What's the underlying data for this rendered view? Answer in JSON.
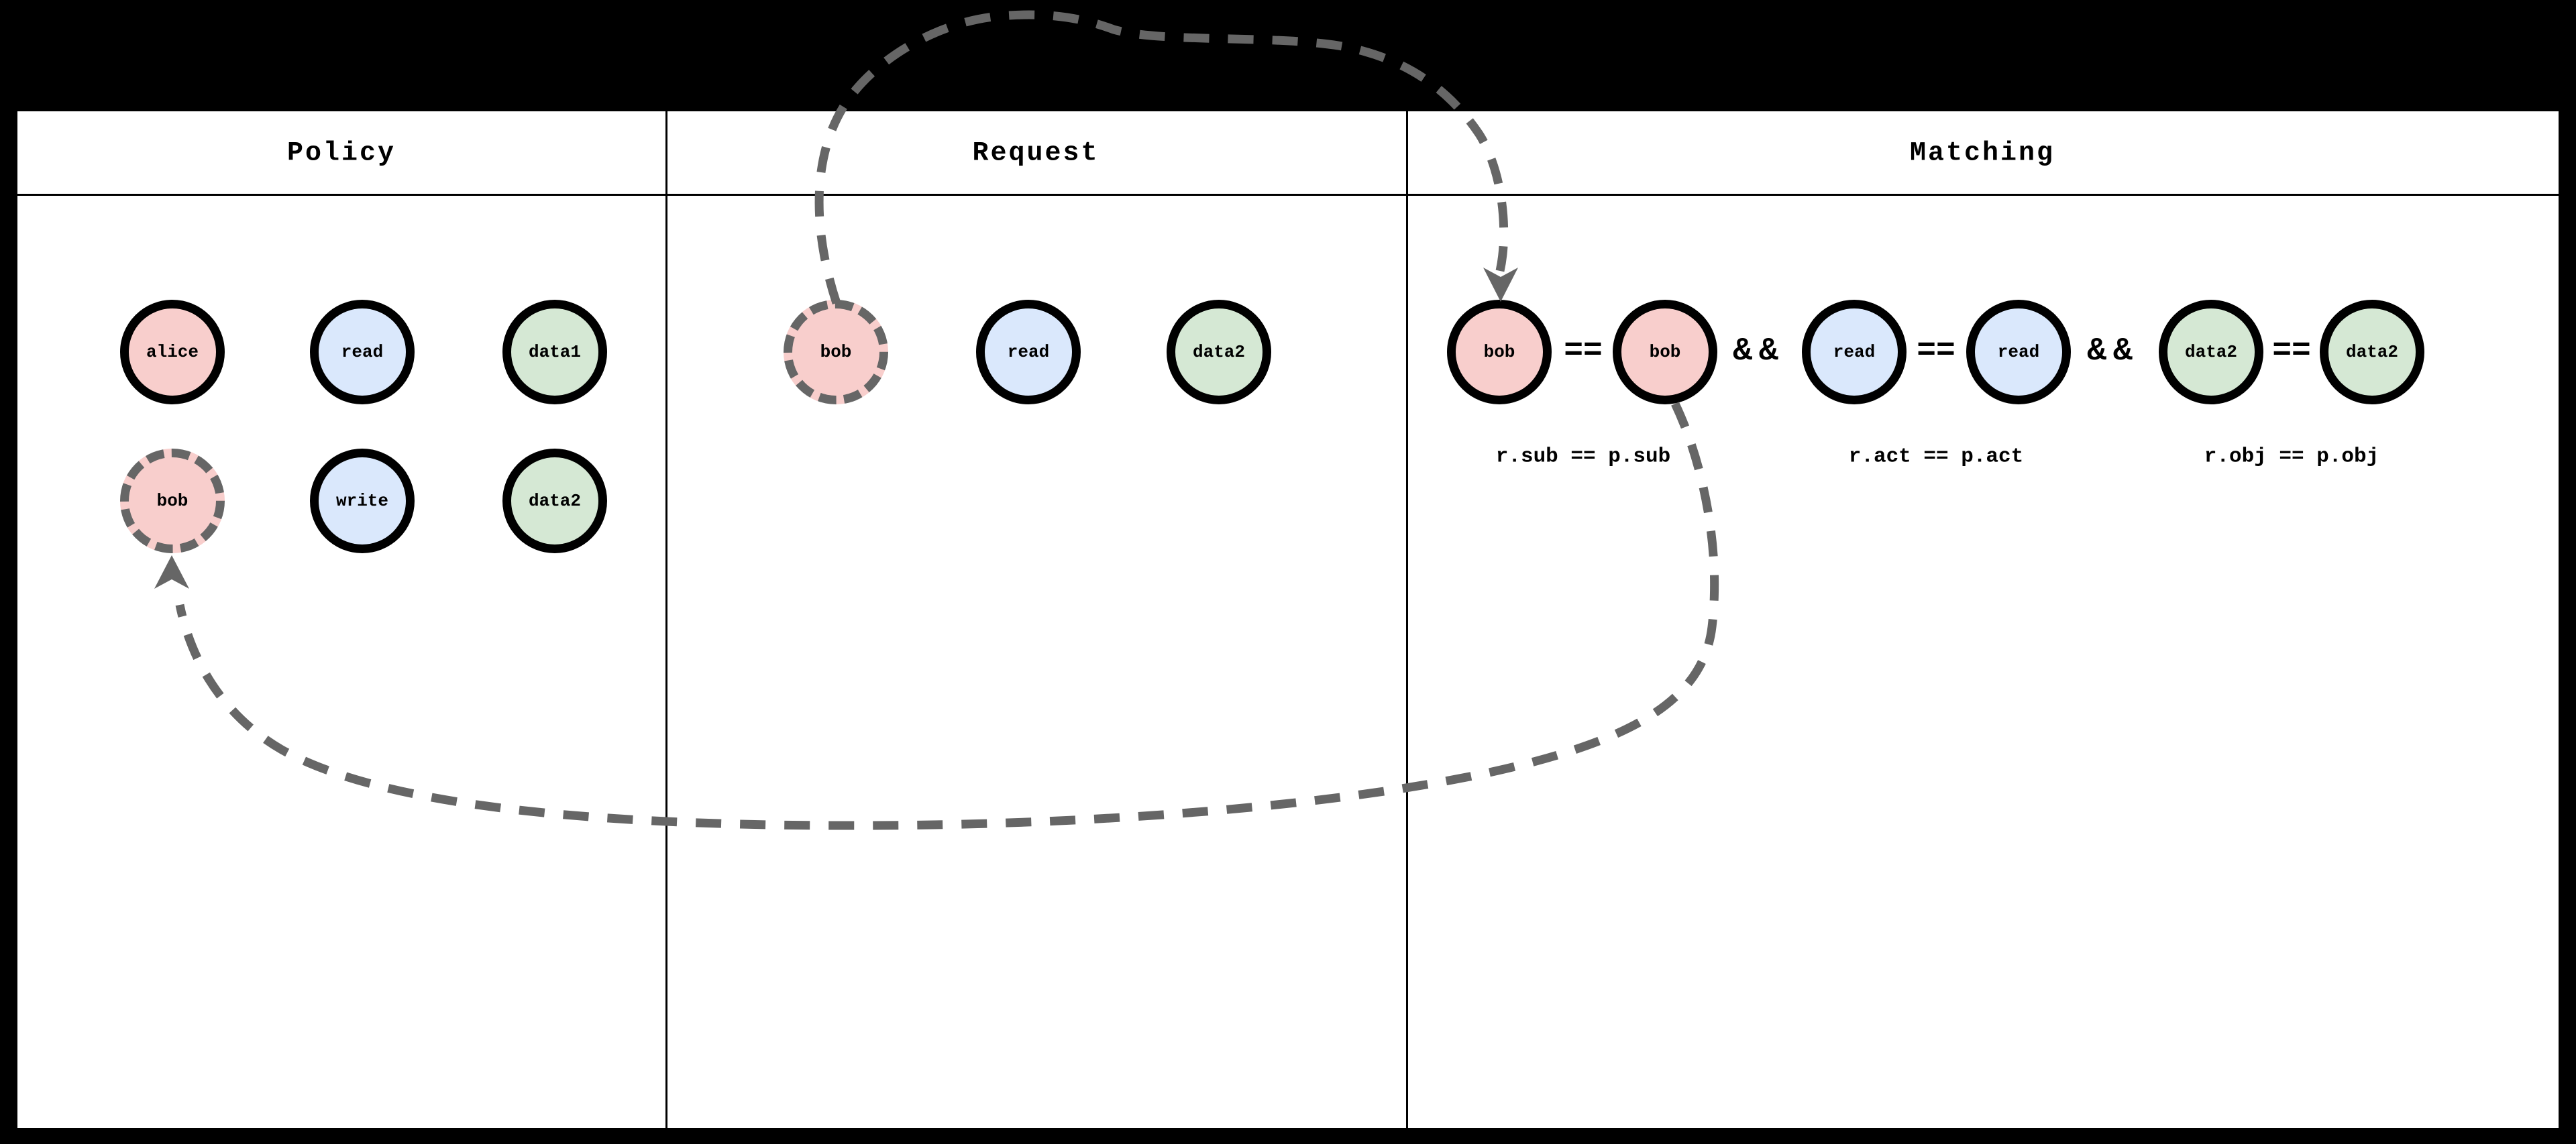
{
  "diagram": {
    "columns": [
      {
        "title": "Policy"
      },
      {
        "title": "Request"
      },
      {
        "title": "Matching"
      }
    ],
    "policy_nodes": [
      {
        "label": "alice"
      },
      {
        "label": "read"
      },
      {
        "label": "data1"
      },
      {
        "label": "bob"
      },
      {
        "label": "write"
      },
      {
        "label": "data2"
      }
    ],
    "request_nodes": [
      {
        "label": "bob"
      },
      {
        "label": "read"
      },
      {
        "label": "data2"
      }
    ],
    "matching_nodes": [
      {
        "label": "bob"
      },
      {
        "label": "bob"
      },
      {
        "label": "read"
      },
      {
        "label": "read"
      },
      {
        "label": "data2"
      },
      {
        "label": "data2"
      }
    ],
    "operators": {
      "eq": "==",
      "and": "&&"
    },
    "expressions": [
      {
        "text": "r.sub == p.sub"
      },
      {
        "text": "r.act == p.act"
      },
      {
        "text": "r.obj == p.obj"
      }
    ],
    "arrows": [
      {
        "from": "request-bob",
        "to": "matching-bob-left",
        "style": "dashed"
      },
      {
        "from": "matching-bob-right",
        "to": "policy-bob",
        "style": "dashed"
      }
    ],
    "colors": {
      "subject_fill": "#f8cecc",
      "action_fill": "#dae8fc",
      "object_fill": "#d5e8d4",
      "dashed_stroke": "#666666",
      "node_stroke": "#000000",
      "table_bg": "#ffffff",
      "page_bg": "#000000"
    }
  }
}
